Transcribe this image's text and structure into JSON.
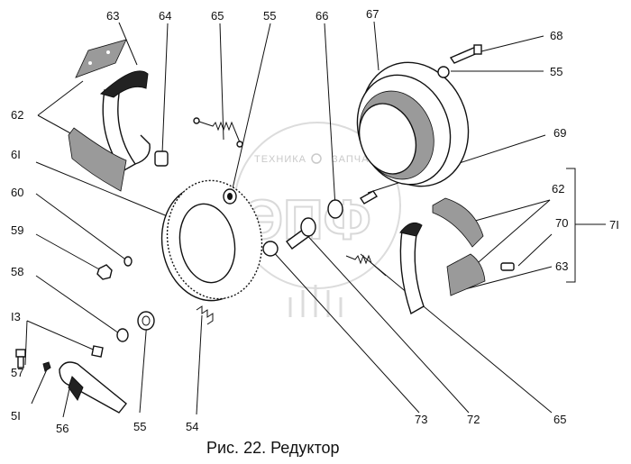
{
  "caption": "Рис. 22. Редуктор",
  "watermark": {
    "top_left": "ТЕХНИКА",
    "top_right": "ЗАПЧАСТИ",
    "big": "ЭПФ"
  },
  "labels": {
    "l63_top": "63",
    "l64": "64",
    "l65_top": "65",
    "l55_top": "55",
    "l66": "66",
    "l67": "67",
    "l68": "68",
    "l55_right": "55",
    "l62_left": "62",
    "l6I": "6I",
    "l69": "69",
    "l60": "60",
    "l62_right": "62",
    "l70": "70",
    "l7I": "7I",
    "l59": "59",
    "l63_right": "63",
    "l58": "58",
    "l13": "I3",
    "l57": "57",
    "l5I": "5I",
    "l56": "56",
    "l55_bottom": "55",
    "l54": "54",
    "l73": "73",
    "l72": "72",
    "l65_bottom": "65"
  }
}
